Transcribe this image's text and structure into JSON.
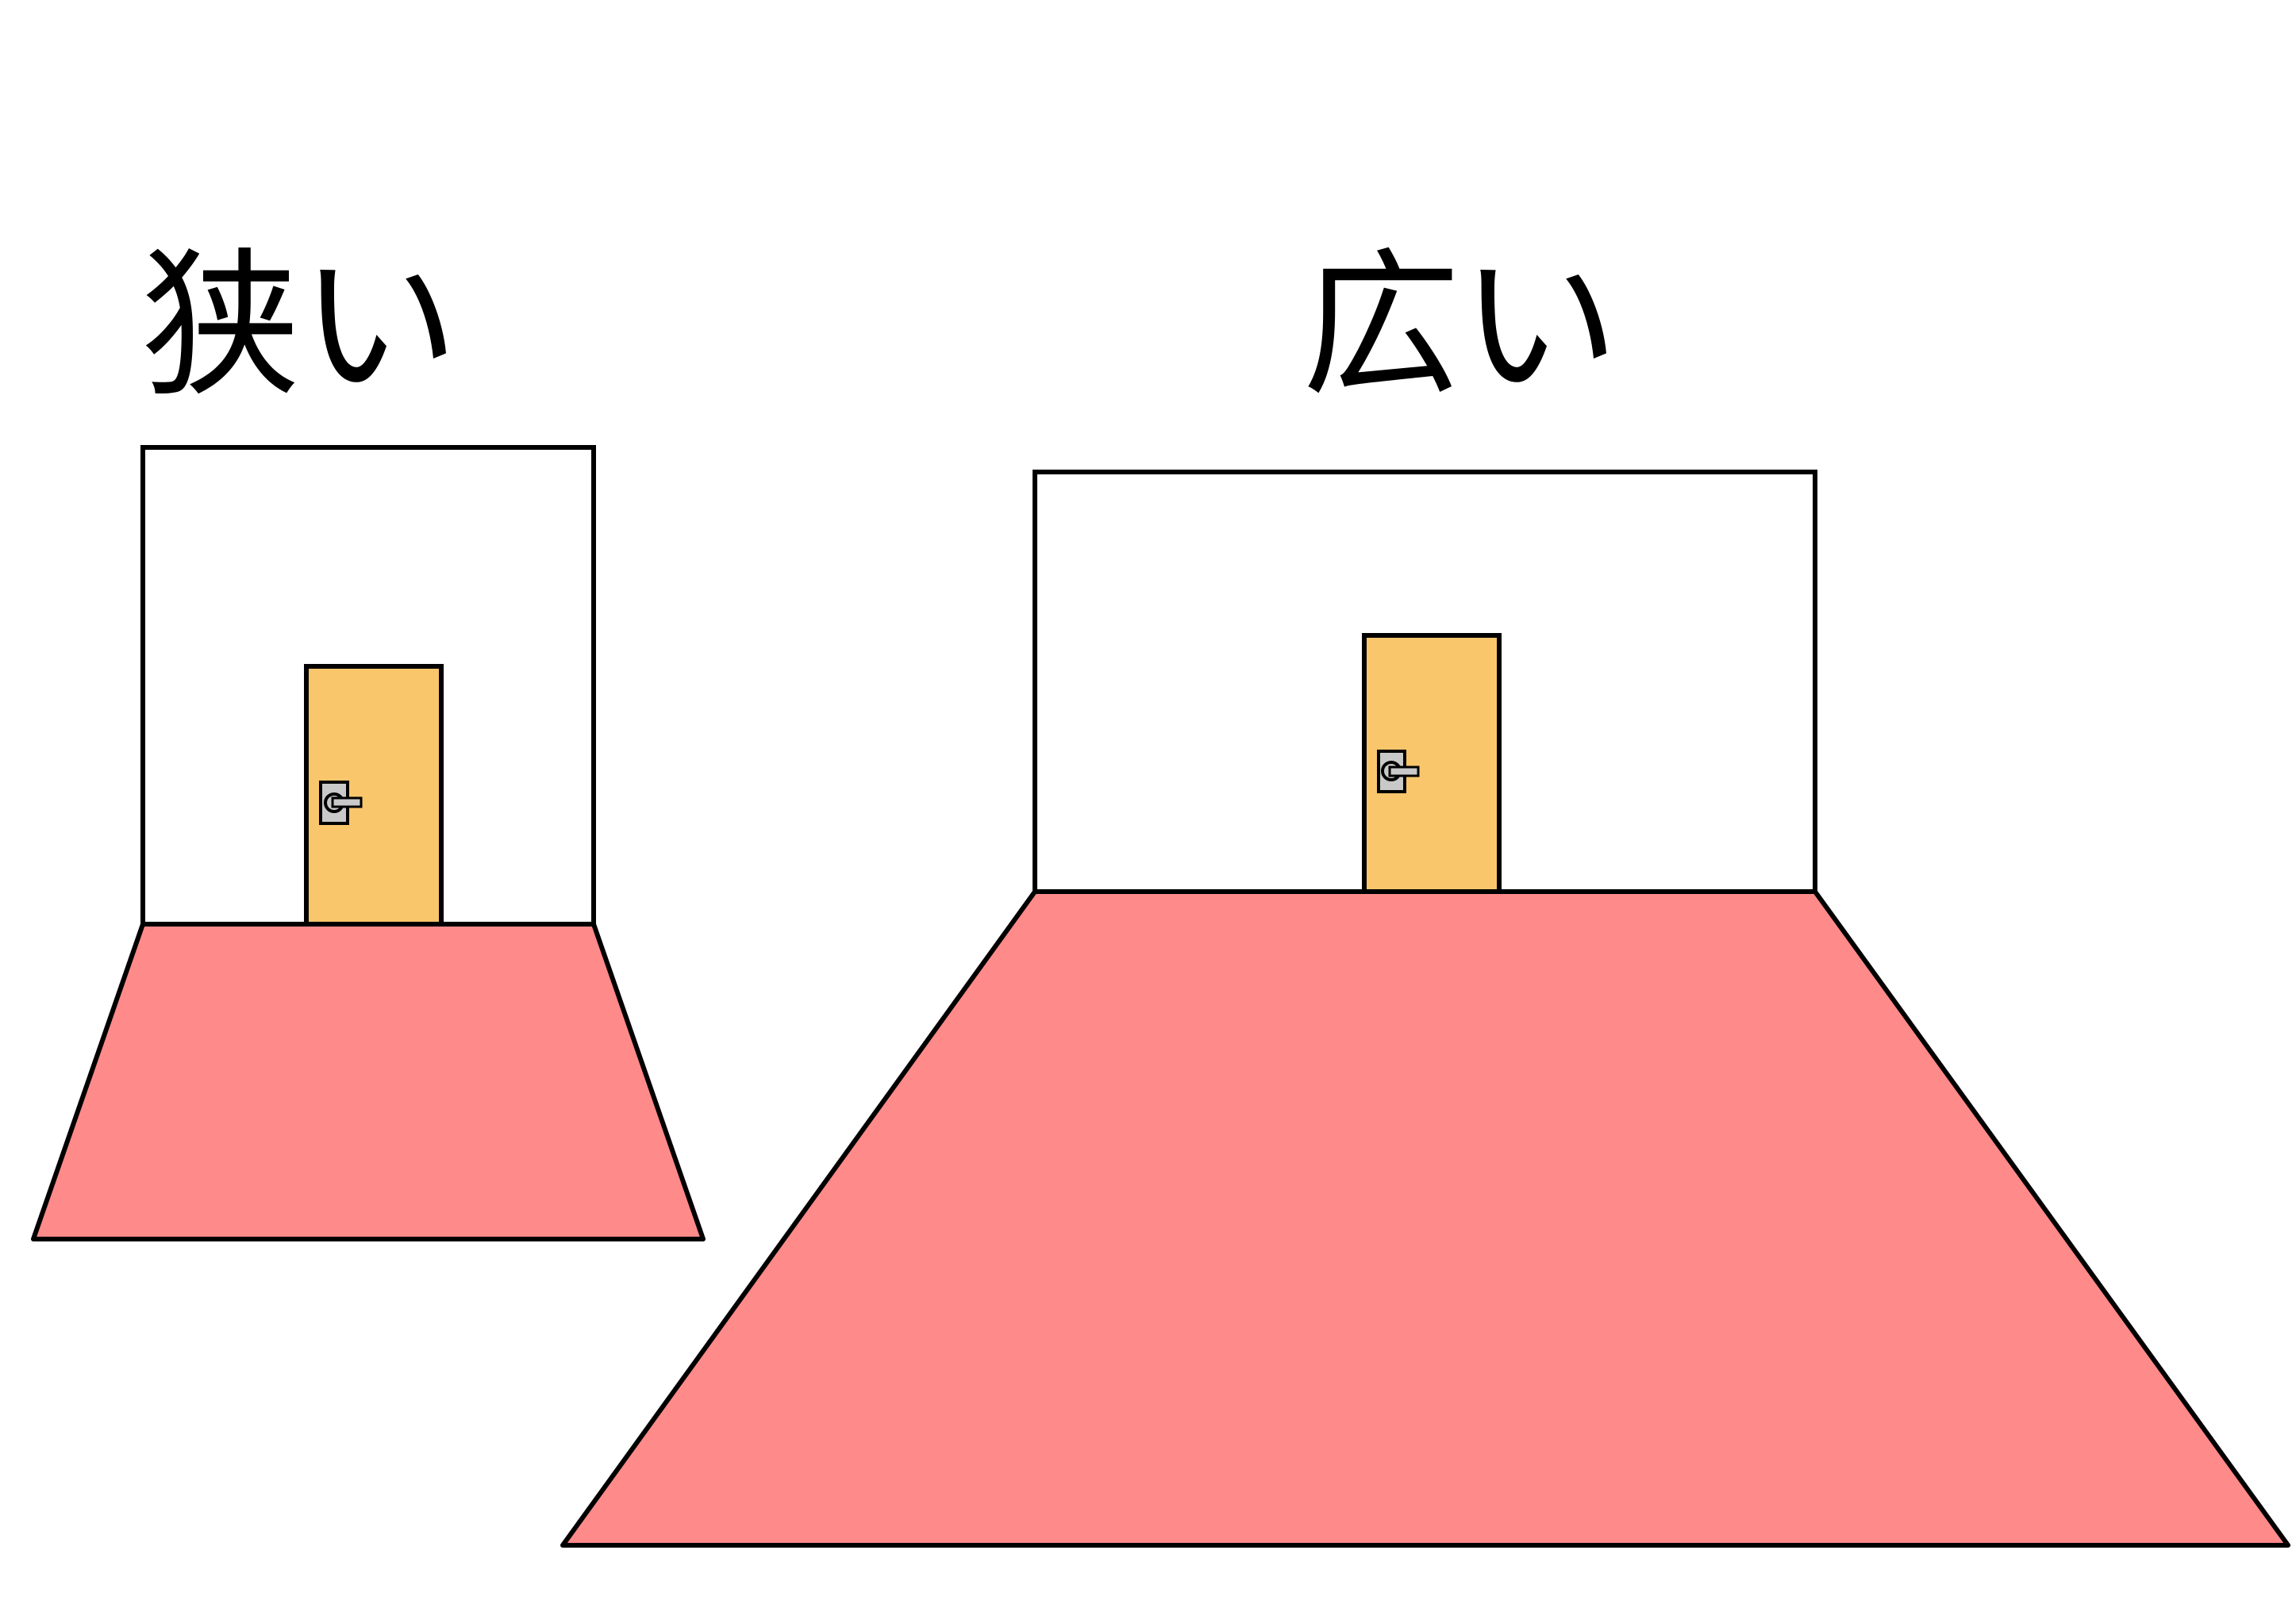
{
  "labels": {
    "narrow": "狭い",
    "wide": "広い"
  },
  "colors": {
    "floor": "#FF8A8A",
    "door": "#FAC66C",
    "wall": "#FFFFFF",
    "outline": "#000000",
    "handle": "#C9C9C9"
  },
  "rooms": [
    {
      "name": "narrow-room",
      "label_key": "narrow"
    },
    {
      "name": "wide-room",
      "label_key": "wide"
    }
  ]
}
